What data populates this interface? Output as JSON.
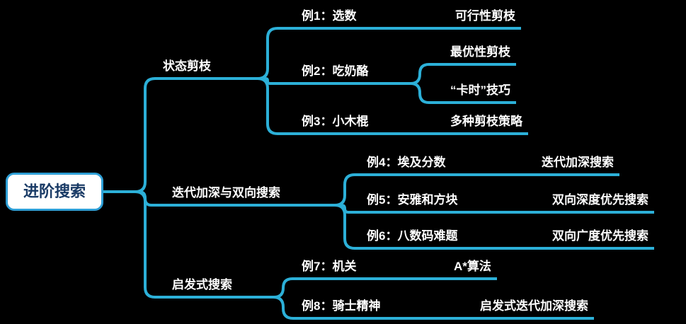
{
  "theme": {
    "bg_color": "#000000",
    "line_color": "#2cb0d8",
    "node_text_color": "#ffffff",
    "root_bg": "#ffffff",
    "root_border": "#2e9fd6",
    "root_text": "#1a3b66"
  },
  "mindmap": {
    "root": {
      "label": "进阶搜索"
    },
    "branches": [
      {
        "label": "状态剪枝",
        "children": [
          {
            "label": "例1：选数",
            "children": [
              {
                "label": "可行性剪枝"
              }
            ]
          },
          {
            "label": "例2：吃奶酪",
            "children": [
              {
                "label": "最优性剪枝"
              },
              {
                "label": "“卡时”技巧"
              }
            ]
          },
          {
            "label": "例3：小木棍",
            "children": [
              {
                "label": "多种剪枝策略"
              }
            ]
          }
        ]
      },
      {
        "label": "迭代加深与双向搜索",
        "children": [
          {
            "label": "例4：埃及分数",
            "children": [
              {
                "label": "迭代加深搜索"
              }
            ]
          },
          {
            "label": "例5：安雅和方块",
            "children": [
              {
                "label": "双向深度优先搜索"
              }
            ]
          },
          {
            "label": "例6：八数码难题",
            "children": [
              {
                "label": "双向广度优先搜索"
              }
            ]
          }
        ]
      },
      {
        "label": "启发式搜索",
        "children": [
          {
            "label": "例7：机关",
            "children": [
              {
                "label": "A*算法"
              }
            ]
          },
          {
            "label": "例8：骑士精神",
            "children": [
              {
                "label": "启发式迭代加深搜索"
              }
            ]
          }
        ]
      }
    ]
  }
}
